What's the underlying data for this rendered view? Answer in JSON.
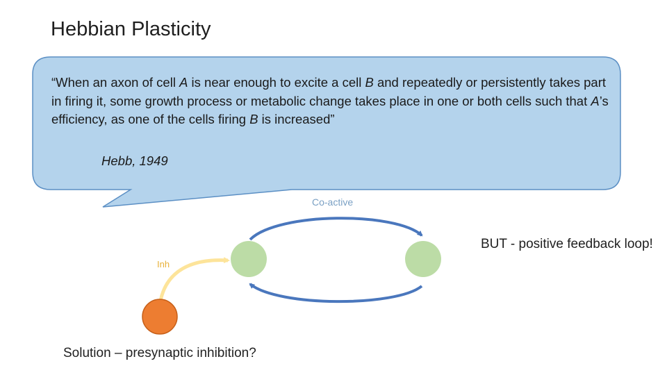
{
  "title": "Hebbian Plasticity",
  "quote": {
    "text_1": "“When an axon of cell ",
    "cell_a": "A",
    "text_2": " is near enough to excite a cell ",
    "cell_b": "B",
    "text_3": " and repeatedly or persistently takes part in firing it, some growth process or metabolic change takes place in one or both cells such that ",
    "cell_a_2": "A",
    "text_4": "’s efficiency, as one of the cells firing ",
    "cell_b_2": "B",
    "text_5": " is increased”",
    "citation": "Hebb, 1949"
  },
  "diagram": {
    "coactive_label": "Co-active",
    "inhibition_label": "Inh",
    "note": "BUT - positive feedback loop!",
    "solution": "Solution – presynaptic inhibition?"
  },
  "colors": {
    "bubble_fill": "#b4d3ec",
    "bubble_stroke": "#5b8fc4",
    "neuron_green": "#bcdca6",
    "neuron_orange": "#ed7d31",
    "arrow_blue": "#4a77bd",
    "inhibition_yellow": "#fde49a"
  }
}
